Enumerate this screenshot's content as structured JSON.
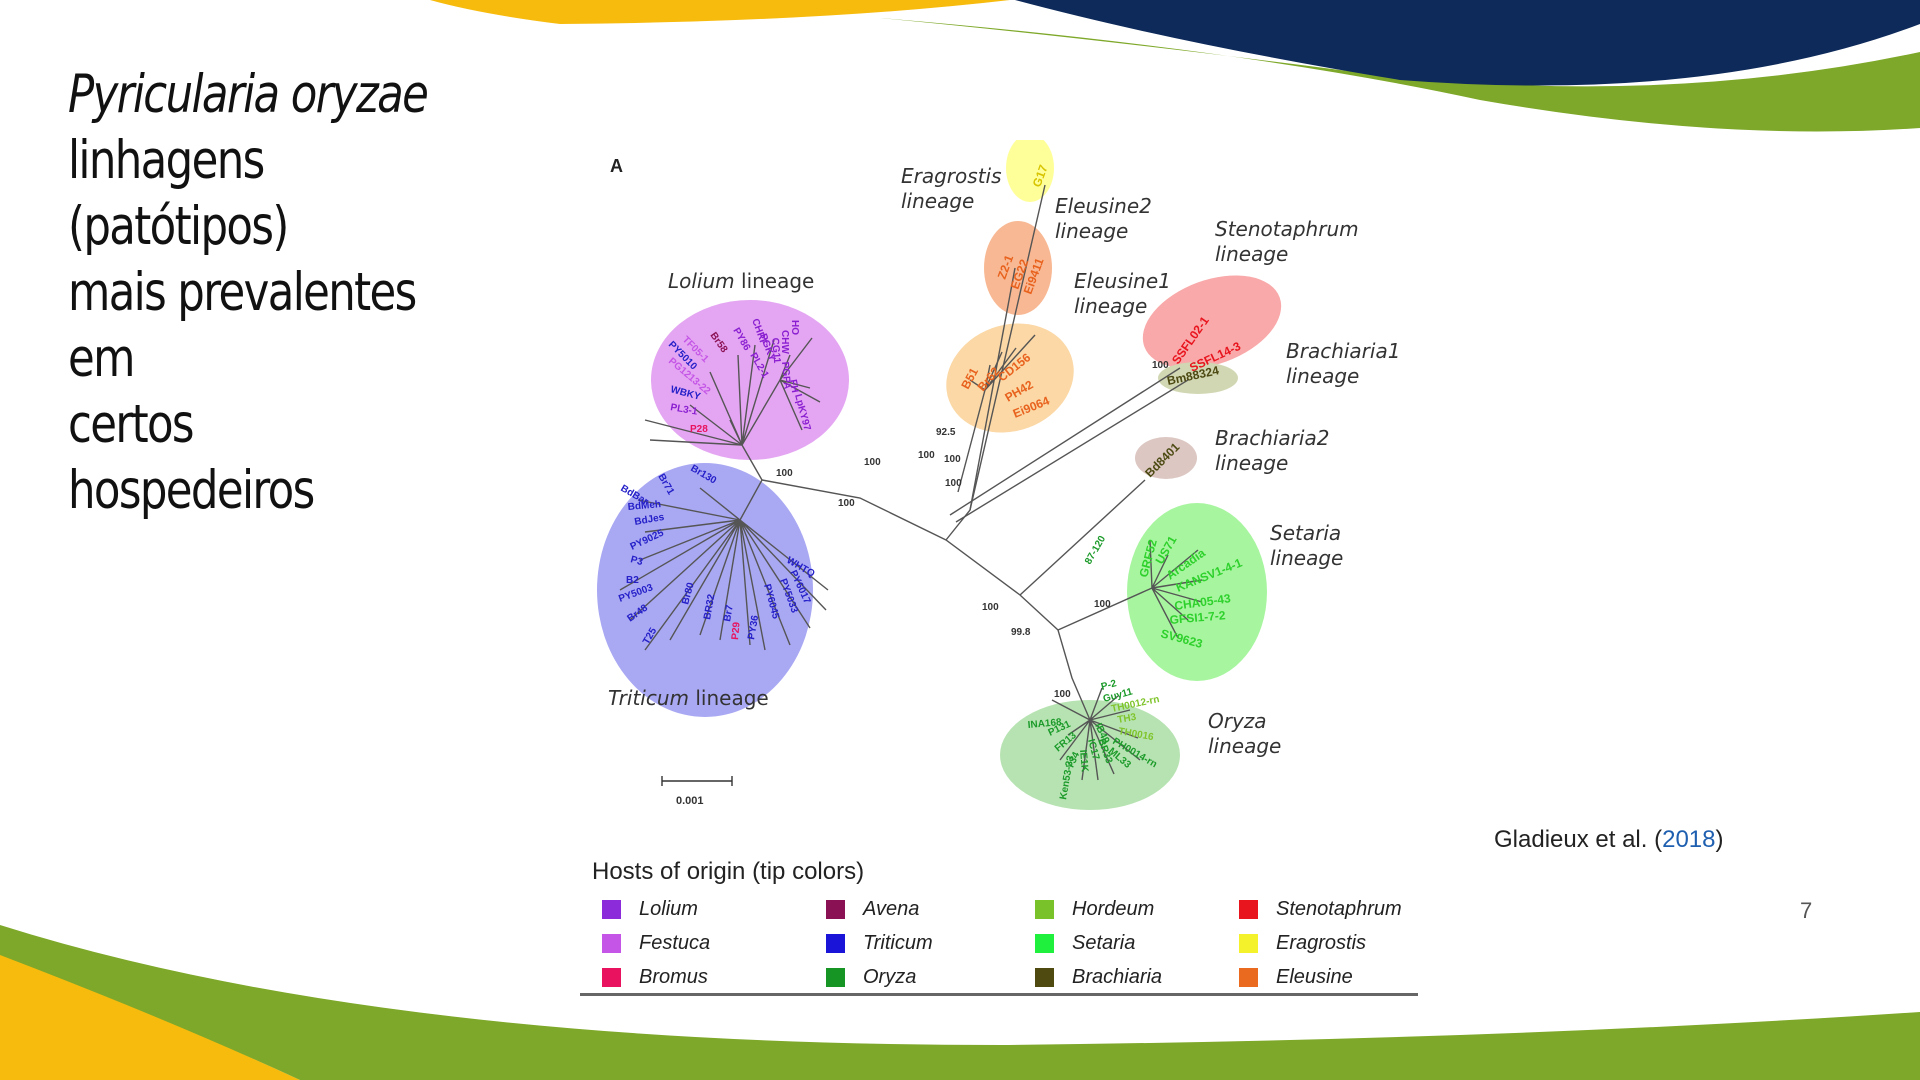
{
  "slide": {
    "title_italic": "Pyricularia oryzae",
    "title_lines": [
      "linhagens (patótipos)",
      "mais prevalentes em",
      "certos hospedeiros"
    ],
    "citation_author": "Gladieux et al. (",
    "citation_year": "2018",
    "citation_close": ")",
    "page_number": "7",
    "colors": {
      "navy": "#0d2a5a",
      "green": "#7ea829",
      "yellow": "#f7bb0e"
    }
  },
  "figure": {
    "panel_label": "A",
    "scale_label": "0.001",
    "lineages": [
      {
        "id": "eragrostis",
        "name": "Eragrostis",
        "suffix": "lineage",
        "fill": "#ffff9a",
        "tips": [
          "G17"
        ],
        "tip_color": "#d7c400"
      },
      {
        "id": "eleusine2",
        "name": "Eleusine2",
        "suffix": "lineage",
        "fill": "#f8b893",
        "tips": [
          "Z2-1",
          "EG22",
          "Ei9411"
        ],
        "tip_color": "#e8621e"
      },
      {
        "id": "eleusine1",
        "name": "Eleusine1",
        "suffix": "lineage",
        "fill": "#fbd8a5",
        "tips": [
          "B51",
          "Br62",
          "CD156",
          "PH42",
          "Ei9064"
        ],
        "tip_color": "#e8621e"
      },
      {
        "id": "stenotaphrum",
        "name": "Stenotaphrum",
        "suffix": "lineage",
        "fill": "#f9a9a9",
        "tips": [
          "SSFL02-1",
          "SSFL14-3"
        ],
        "tip_color": "#e8141e"
      },
      {
        "id": "brachiaria1",
        "name": "Brachiaria1",
        "suffix": "lineage",
        "fill": "#d2d7b3",
        "tips": [
          "Bm88324"
        ],
        "tip_color": "#4c4a12"
      },
      {
        "id": "brachiaria2",
        "name": "Brachiaria2",
        "suffix": "lineage",
        "fill": "#dcc7c3",
        "tips": [
          "Bd8401"
        ],
        "tip_color": "#4c4a12"
      },
      {
        "id": "setaria",
        "name": "Setaria",
        "suffix": "lineage",
        "fill": "#a8f5a0",
        "tips": [
          "GRF52",
          "US71",
          "Arcadia",
          "KANSV1-4-1",
          "CHA05-43",
          "GFSI1-7-2",
          "SV9623"
        ],
        "tip_color": "#2ed12c"
      },
      {
        "id": "oryza",
        "name": "Oryza",
        "suffix": "lineage",
        "fill": "#b7e3b2",
        "tips": [
          "P-2",
          "Guy11",
          "TH0012-rn",
          "TH3",
          "TH0016",
          "PH0014-rn",
          "ML33",
          "IB49",
          "IC17",
          "BR33",
          "IE1K",
          "Ken53-33",
          "FR13",
          "P131",
          "INA168",
          "Y34"
        ],
        "tip_color": "#1b9a29"
      },
      {
        "id": "lolium",
        "name": "Lolium",
        "suffix": " lineage",
        "fill": "#e4a6f2",
        "tips": [
          "PY5010",
          "TF05-1",
          "PG1213-22",
          "WBKY",
          "PL3-1",
          "P28",
          "Br58",
          "PY86",
          "CHRF",
          "PGKY",
          "PL2-1",
          "HO",
          "CHW",
          "PGPA",
          "FH",
          "LpKY97",
          "CG11"
        ],
        "tip_color": "#8a1fd1"
      },
      {
        "id": "triticum",
        "name": "Triticum",
        "suffix": " lineage",
        "fill": "#a9a8f3",
        "tips": [
          "BdBar",
          "Br71",
          "BdMeh",
          "BdJes",
          "PY9025",
          "P3",
          "B2",
          "PY5003",
          "Br48",
          "T25",
          "Br130",
          "Br80",
          "BR32",
          "Br7",
          "P29",
          "PY36",
          "PY6045",
          "PY5033",
          "PY6017",
          "WHTQ"
        ],
        "tip_color": "#2520c8"
      }
    ],
    "bootstrap": [
      "100",
      "100",
      "100",
      "100",
      "100",
      "100",
      "92.5",
      "87-120",
      "100",
      "99.8",
      "100",
      "100",
      "100"
    ]
  },
  "legend": {
    "title": "Hosts of origin (tip colors)",
    "items": [
      {
        "label": "Lolium",
        "color": "#8b2bd9"
      },
      {
        "label": "Festuca",
        "color": "#c455e6"
      },
      {
        "label": "Bromus",
        "color": "#e8125e"
      },
      {
        "label": "Avena",
        "color": "#8b1155"
      },
      {
        "label": "Triticum",
        "color": "#1a14d9"
      },
      {
        "label": "Oryza",
        "color": "#169424"
      },
      {
        "label": "Hordeum",
        "color": "#79c22a"
      },
      {
        "label": "Setaria",
        "color": "#1ef03d"
      },
      {
        "label": "Brachiaria",
        "color": "#4e4a10"
      },
      {
        "label": "Stenotaphrum",
        "color": "#e8141e"
      },
      {
        "label": "Eragrostis",
        "color": "#f4f22a"
      },
      {
        "label": "Eleusine",
        "color": "#ea6a1f"
      }
    ]
  }
}
